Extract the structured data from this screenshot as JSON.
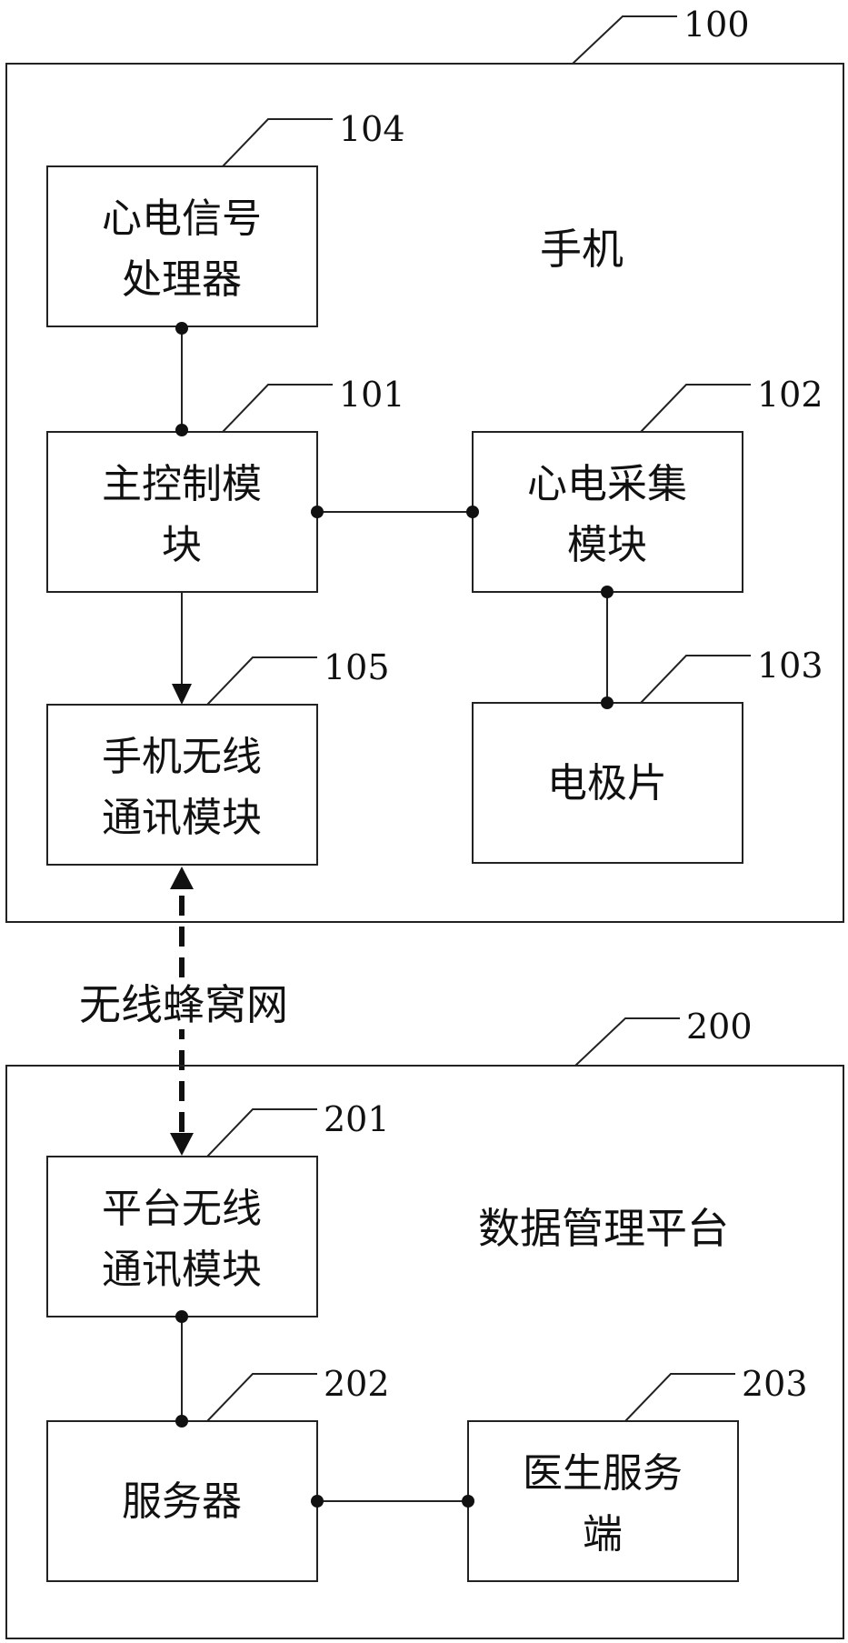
{
  "phone_group": {
    "ref": "100",
    "title": "手机"
  },
  "platform_group": {
    "ref": "200",
    "title": "数据管理平台"
  },
  "link_label": "无线蜂窝网",
  "modules": {
    "ecg_processor": {
      "ref": "104",
      "line1": "心电信号",
      "line2": "处理器"
    },
    "main_control": {
      "ref": "101",
      "line1": "主控制模",
      "line2": "块"
    },
    "ecg_acquisition": {
      "ref": "102",
      "line1": "心电采集",
      "line2": "模块"
    },
    "electrode": {
      "ref": "103",
      "line1": "电极片"
    },
    "phone_wireless": {
      "ref": "105",
      "line1": "手机无线",
      "line2": "通讯模块"
    },
    "platform_wireless": {
      "ref": "201",
      "line1": "平台无线",
      "line2": "通讯模块"
    },
    "server": {
      "ref": "202",
      "line1": "服务器"
    },
    "doctor_terminal": {
      "ref": "203",
      "line1": "医生服务",
      "line2": "端"
    }
  }
}
